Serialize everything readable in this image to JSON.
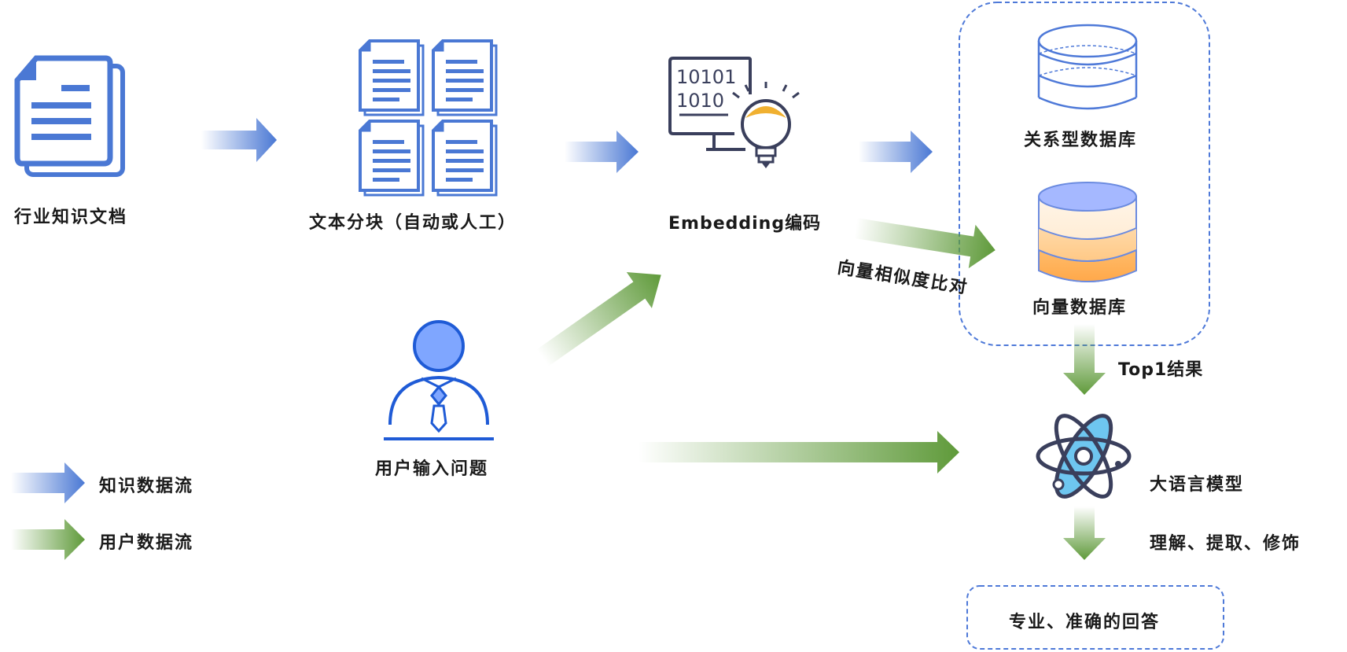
{
  "labels": {
    "industry_docs": "行业知识文档",
    "text_chunking": "文本分块（自动或人工）",
    "embedding": "Embedding编码",
    "relational_db": "关系型数据库",
    "vector_db": "向量数据库",
    "similarity": "向量相似度比对",
    "user_question": "用户输入问题",
    "top1": "Top1结果",
    "llm": "大语言模型",
    "understand": "理解、提取、修饰",
    "answer": "专业、准确的回答"
  },
  "legend": {
    "knowledge_flow": "知识数据流",
    "user_flow": "用户数据流"
  },
  "icons": {
    "binary_line1": "10101",
    "binary_line2": "1010"
  },
  "colors": {
    "knowledge_blue": "#4a78d4",
    "user_green": "#5f9a3a",
    "db_border": "#4e79d8",
    "user_icon": "#1f5bd6",
    "user_fill": "#7fa6ff",
    "bulb_yellow": "#f0b030",
    "atom_fill": "#6ec6f0",
    "atom_stroke": "#3a3f5c"
  }
}
